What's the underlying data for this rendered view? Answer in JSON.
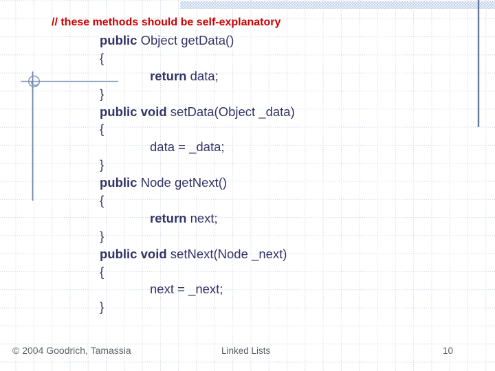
{
  "comment": {
    "text": "// these methods should be self-explanatory"
  },
  "code": {
    "lines": [
      {
        "indent": 0,
        "segments": [
          {
            "text": "public",
            "bold": true
          },
          {
            "text": " Object getData()",
            "bold": false
          }
        ]
      },
      {
        "indent": 0,
        "segments": [
          {
            "text": "{",
            "bold": false
          }
        ]
      },
      {
        "indent": 1,
        "segments": [
          {
            "text": "return",
            "bold": true
          },
          {
            "text": " data;",
            "bold": false
          }
        ]
      },
      {
        "indent": 0,
        "segments": [
          {
            "text": "}",
            "bold": false
          }
        ]
      },
      {
        "indent": 0,
        "segments": [
          {
            "text": "public void",
            "bold": true
          },
          {
            "text": " setData(Object _data)",
            "bold": false
          }
        ]
      },
      {
        "indent": 0,
        "segments": [
          {
            "text": "{",
            "bold": false
          }
        ]
      },
      {
        "indent": 1,
        "segments": [
          {
            "text": "data = _data;",
            "bold": false
          }
        ]
      },
      {
        "indent": 0,
        "segments": [
          {
            "text": "}",
            "bold": false
          }
        ]
      },
      {
        "indent": 0,
        "segments": [
          {
            "text": "public",
            "bold": true
          },
          {
            "text": " Node getNext()",
            "bold": false
          }
        ]
      },
      {
        "indent": 0,
        "segments": [
          {
            "text": "{",
            "bold": false
          }
        ]
      },
      {
        "indent": 1,
        "segments": [
          {
            "text": "return",
            "bold": true
          },
          {
            "text": " next;",
            "bold": false
          }
        ]
      },
      {
        "indent": 0,
        "segments": [
          {
            "text": "}",
            "bold": false
          }
        ]
      },
      {
        "indent": 0,
        "segments": [
          {
            "text": "public void",
            "bold": true
          },
          {
            "text": " setNext(Node _next)",
            "bold": false
          }
        ]
      },
      {
        "indent": 0,
        "segments": [
          {
            "text": "{",
            "bold": false
          }
        ]
      },
      {
        "indent": 1,
        "segments": [
          {
            "text": "next = _next;",
            "bold": false
          }
        ]
      },
      {
        "indent": 0,
        "segments": [
          {
            "text": "}",
            "bold": false
          }
        ]
      }
    ]
  },
  "footer": {
    "copyright": "© 2004 Goodrich, Tamassia",
    "center_label": "Linked Lists",
    "page_number": "10"
  },
  "colors": {
    "code_text": "#333366",
    "comment_red": "#cc0000",
    "decor_line_blue": "#7288ab",
    "grid_dots": "#c6d0e0",
    "top_band_blue": "#c3d2e8",
    "footer_gray": "#5b5f66",
    "background": "#ffffff"
  }
}
